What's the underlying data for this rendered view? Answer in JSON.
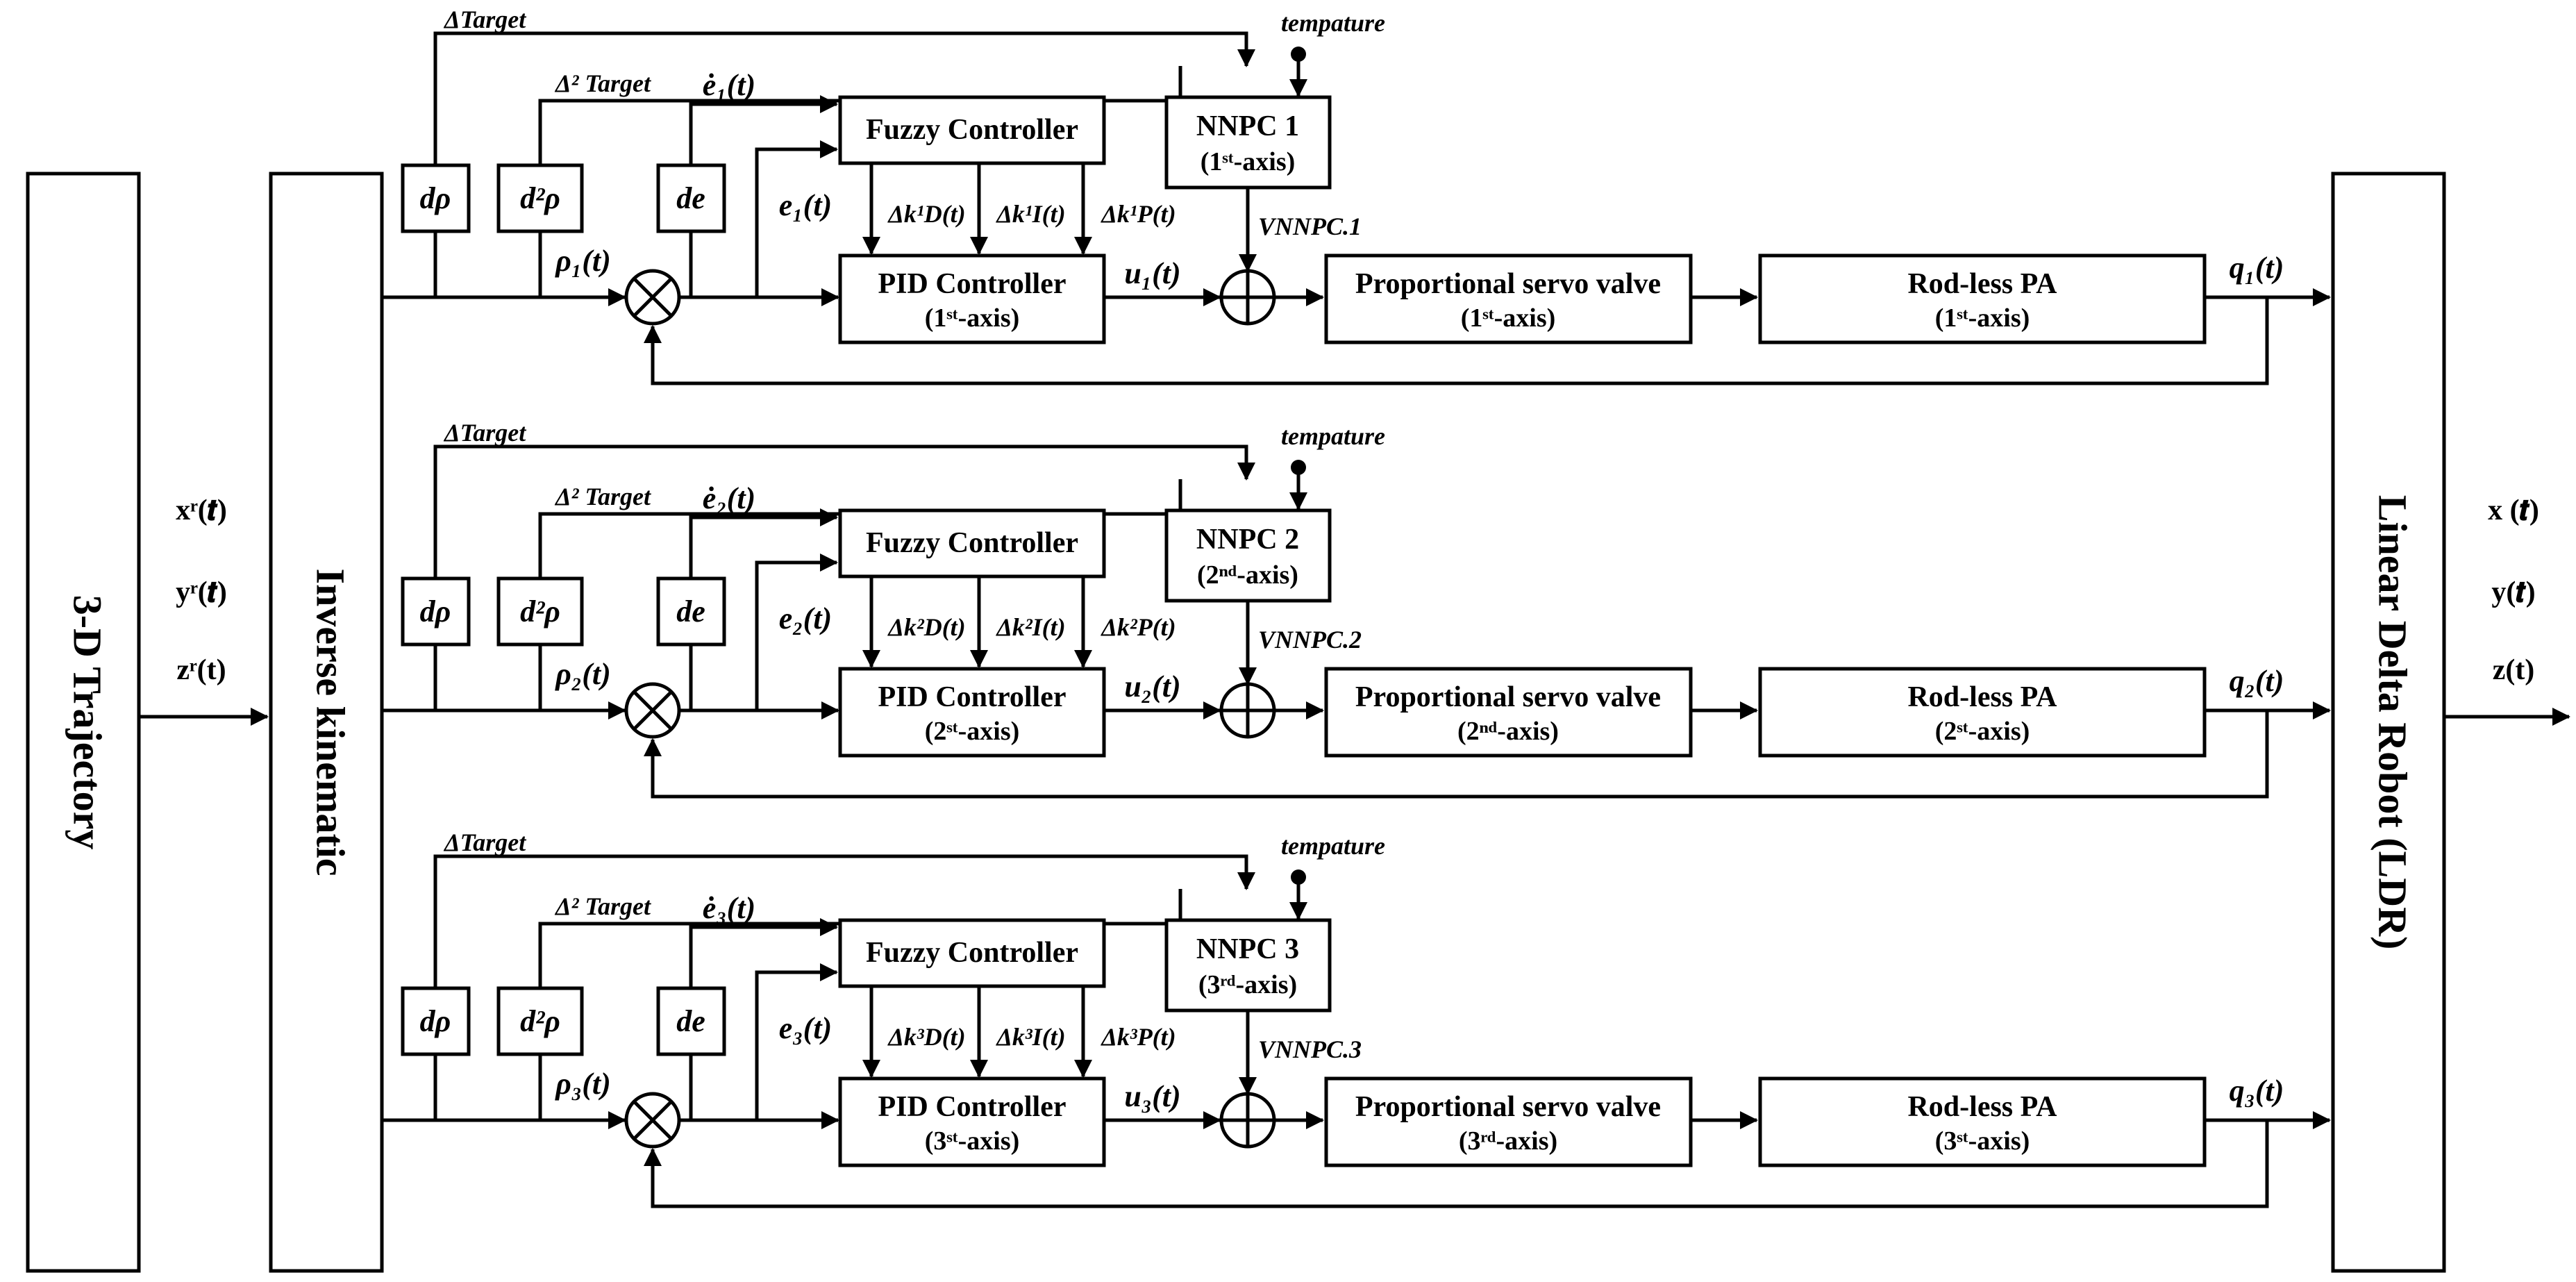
{
  "left_block": {
    "label": "3-D Trajectory"
  },
  "inverse_block": {
    "label": "Inverse kinematic"
  },
  "robot_block": {
    "label": "Linear Delta Robot (LDR)"
  },
  "reference_inputs": [
    "xʳ(𝒕)",
    "yʳ(𝒕)",
    "zʳ(t)"
  ],
  "robot_outputs": [
    "x (𝒕)",
    "y(𝒕)",
    "z(t)"
  ],
  "channels": [
    {
      "delta_target": "ΔTarget",
      "delta2_target": "Δ² Target",
      "temperature": "tempature",
      "d_rho": "dρ",
      "d2_rho": "d²ρ",
      "de": "de",
      "rho": "ρ₁(t)",
      "error": "e₁(t)",
      "error_dot": "ė₁(t)",
      "fuzzy": "Fuzzy Controller",
      "nnpc_title": "NNPC 1",
      "nnpc_axis": "(1ˢᵗ-axis)",
      "dkD": "Δk¹D(t)",
      "dkI": "Δk¹I(t)",
      "dkP": "Δk¹P(t)",
      "v_nnpc": "VNNPC.1",
      "pid_title": "PID Controller",
      "pid_axis": "(1ˢᵗ-axis)",
      "u": "u₁(t)",
      "valve_title": "Proportional servo valve",
      "valve_axis": "(1ˢᵗ-axis)",
      "pa_title": "Rod-less PA",
      "pa_axis": "(1ˢᵗ-axis)",
      "q": "q₁(t)"
    },
    {
      "delta_target": "ΔTarget",
      "delta2_target": "Δ² Target",
      "temperature": "tempature",
      "d_rho": "dρ",
      "d2_rho": "d²ρ",
      "de": "de",
      "rho": "ρ₂(t)",
      "error": "e₂(t)",
      "error_dot": "ė₂(t)",
      "fuzzy": "Fuzzy Controller",
      "nnpc_title": "NNPC 2",
      "nnpc_axis": "(2ⁿᵈ-axis)",
      "dkD": "Δk²D(t)",
      "dkI": "Δk²I(t)",
      "dkP": "Δk²P(t)",
      "v_nnpc": "VNNPC.2",
      "pid_title": "PID Controller",
      "pid_axis": "(2ˢᵗ-axis)",
      "u": "u₂(t)",
      "valve_title": "Proportional servo valve",
      "valve_axis": "(2ⁿᵈ-axis)",
      "pa_title": "Rod-less PA",
      "pa_axis": "(2ˢᵗ-axis)",
      "q": "q₂(t)"
    },
    {
      "delta_target": "ΔTarget",
      "delta2_target": "Δ² Target",
      "temperature": "tempature",
      "d_rho": "dρ",
      "d2_rho": "d²ρ",
      "de": "de",
      "rho": "ρ₃(t)",
      "error": "e₃(t)",
      "error_dot": "ė₃(t)",
      "fuzzy": "Fuzzy Controller",
      "nnpc_title": "NNPC 3",
      "nnpc_axis": "(3ʳᵈ-axis)",
      "dkD": "Δk³D(t)",
      "dkI": "Δk³I(t)",
      "dkP": "Δk³P(t)",
      "v_nnpc": "VNNPC.3",
      "pid_title": "PID Controller",
      "pid_axis": "(3ˢᵗ-axis)",
      "u": "u₃(t)",
      "valve_title": "Proportional servo valve",
      "valve_axis": "(3ʳᵈ-axis)",
      "pa_title": "Rod-less PA",
      "pa_axis": "(3ˢᵗ-axis)",
      "q": "q₃(t)"
    }
  ]
}
